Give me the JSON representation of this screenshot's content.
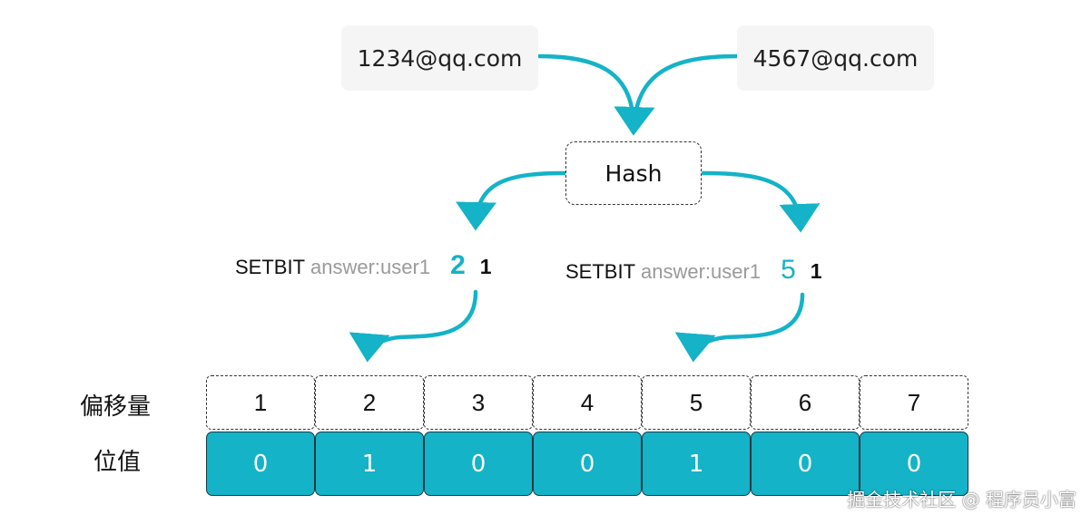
{
  "inputs": {
    "left_email": "1234@qq.com",
    "right_email": "4567@qq.com"
  },
  "hash": {
    "label": "Hash"
  },
  "commands": [
    {
      "cmd": "SETBIT",
      "key": "answer:user1",
      "offset": "2",
      "value": "1"
    },
    {
      "cmd": "SETBIT",
      "key": "answer:user1",
      "offset": "5",
      "value": "1"
    }
  ],
  "table": {
    "offset_label": "偏移量",
    "value_label": "位值",
    "offsets": [
      "1",
      "2",
      "3",
      "4",
      "5",
      "6",
      "7"
    ],
    "bits": [
      "0",
      "1",
      "0",
      "0",
      "1",
      "0",
      "0"
    ]
  },
  "watermark": "掘金技术社区 @ 程序员小富",
  "colors": {
    "accent": "#14b3c7",
    "email_bg": "#f5f5f5",
    "key_gray": "#9a9a9a",
    "dashed_border": "#333333"
  }
}
